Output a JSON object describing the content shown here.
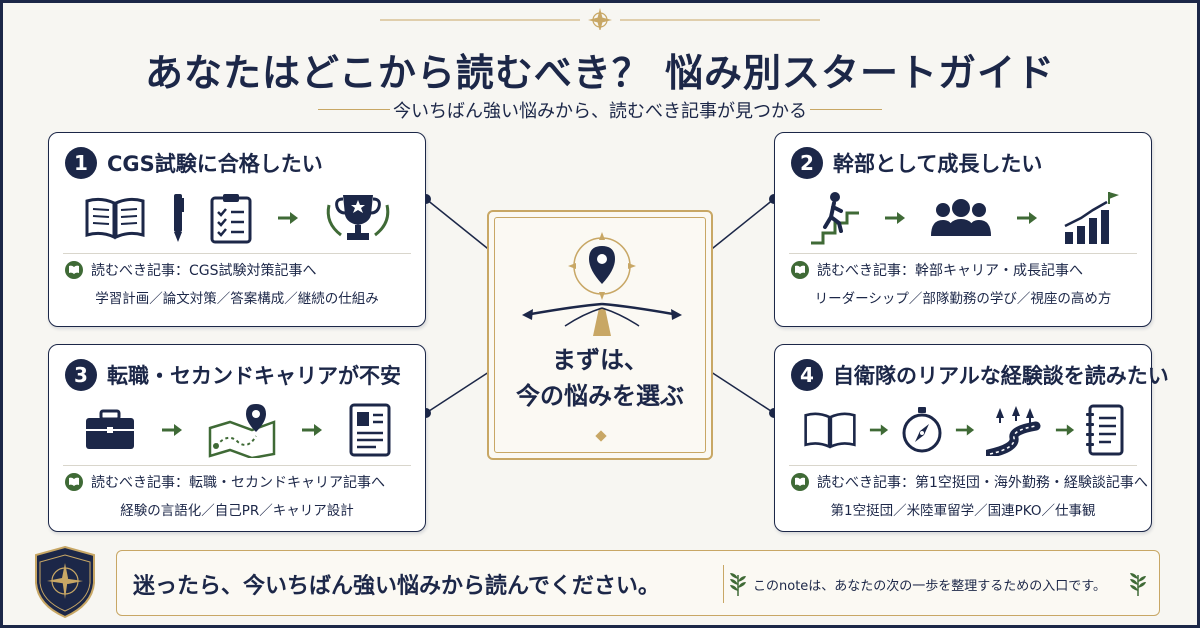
{
  "header": {
    "title": "あなたはどこから読むべき？ 悩み別スタートガイド",
    "subtitle": "今いちばん強い悩みから、読むべき記事が見つかる"
  },
  "cards": [
    {
      "number": "1",
      "title": "CGS試験に合格したい",
      "read": "読むべき記事：CGS試験対策記事へ",
      "topics": "学習計画／論文対策／答案構成／継続の仕組み"
    },
    {
      "number": "2",
      "title": "幹部として成長したい",
      "read": "読むべき記事：幹部キャリア・成長記事へ",
      "topics": "リーダーシップ／部隊勤務の学び／視座の高め方"
    },
    {
      "number": "3",
      "title": "転職・セカンドキャリアが不安",
      "read": "読むべき記事：転職・セカンドキャリア記事へ",
      "topics": "経験の言語化／自己PR／キャリア設計"
    },
    {
      "number": "4",
      "title": "自衛隊のリアルな経験談を読みたい",
      "read": "読むべき記事：第1空挺団・海外勤務・経験談記事へ",
      "topics": "第1空挺団／米陸軍留学／国連PKO／仕事観"
    }
  ],
  "center": {
    "line1": "まずは、",
    "line2": "今の悩みを選ぶ"
  },
  "footer": {
    "main": "迷ったら、今いちばん強い悩みから読んでください。",
    "note": "このnoteは、あなたの次の一歩を整理するための入口です。"
  },
  "colors": {
    "navy": "#1c2748",
    "gold": "#c8a765",
    "green": "#3f6a36",
    "background": "#f7f6f2"
  },
  "icons": {
    "card1": [
      "open-book-icon",
      "pen-icon",
      "checklist-icon",
      "arrow-right-icon",
      "trophy-icon"
    ],
    "card2": [
      "stairs-climber-icon",
      "arrow-right-icon",
      "team-icon",
      "arrow-right-icon",
      "growth-chart-flag-icon"
    ],
    "card3": [
      "briefcase-icon",
      "arrow-right-icon",
      "map-route-icon",
      "arrow-right-icon",
      "resume-icon"
    ],
    "card4": [
      "open-book-icon",
      "arrow-right-icon",
      "compass-icon",
      "arrow-right-icon",
      "winding-road-icon",
      "arrow-right-icon",
      "notebook-icon"
    ],
    "center": "location-pin-crossroads-icon",
    "emblem": "compass-star-shield-icon"
  }
}
